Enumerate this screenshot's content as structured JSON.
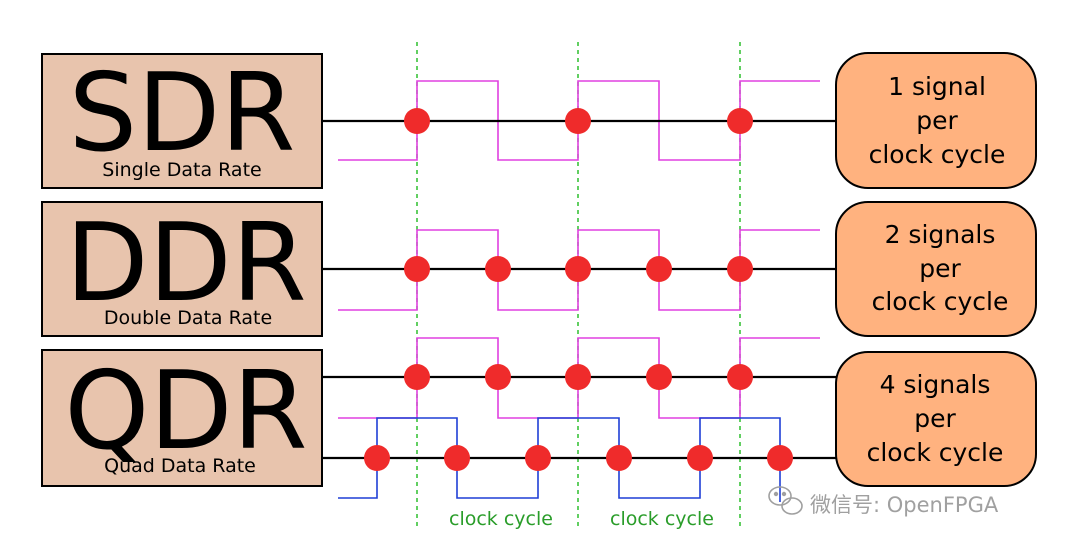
{
  "colors": {
    "label_box_fill": "#e8c4ad",
    "rate_box_fill": "#ffb27f",
    "signal_pink": "#e040e0",
    "signal_blue": "#1f3fd6",
    "sample_dot": "#ef2b2b",
    "clock_guide": "#2fbf2f",
    "line": "#000000"
  },
  "rows": [
    {
      "abbr": "SDR",
      "name": "Single Data Rate",
      "rate_lines": [
        "1 signal",
        "per",
        "clock cycle"
      ]
    },
    {
      "abbr": "DDR",
      "name": "Double Data Rate",
      "rate_lines": [
        "2 signals",
        "per",
        "clock cycle"
      ]
    },
    {
      "abbr": "QDR",
      "name": "Quad Data Rate",
      "rate_lines": [
        "4 signals",
        "per",
        "clock cycle"
      ]
    }
  ],
  "clock_labels": [
    "clock cycle",
    "clock cycle"
  ],
  "watermark": {
    "icon": "wechat-icon",
    "text": "微信号: OpenFPGA"
  }
}
